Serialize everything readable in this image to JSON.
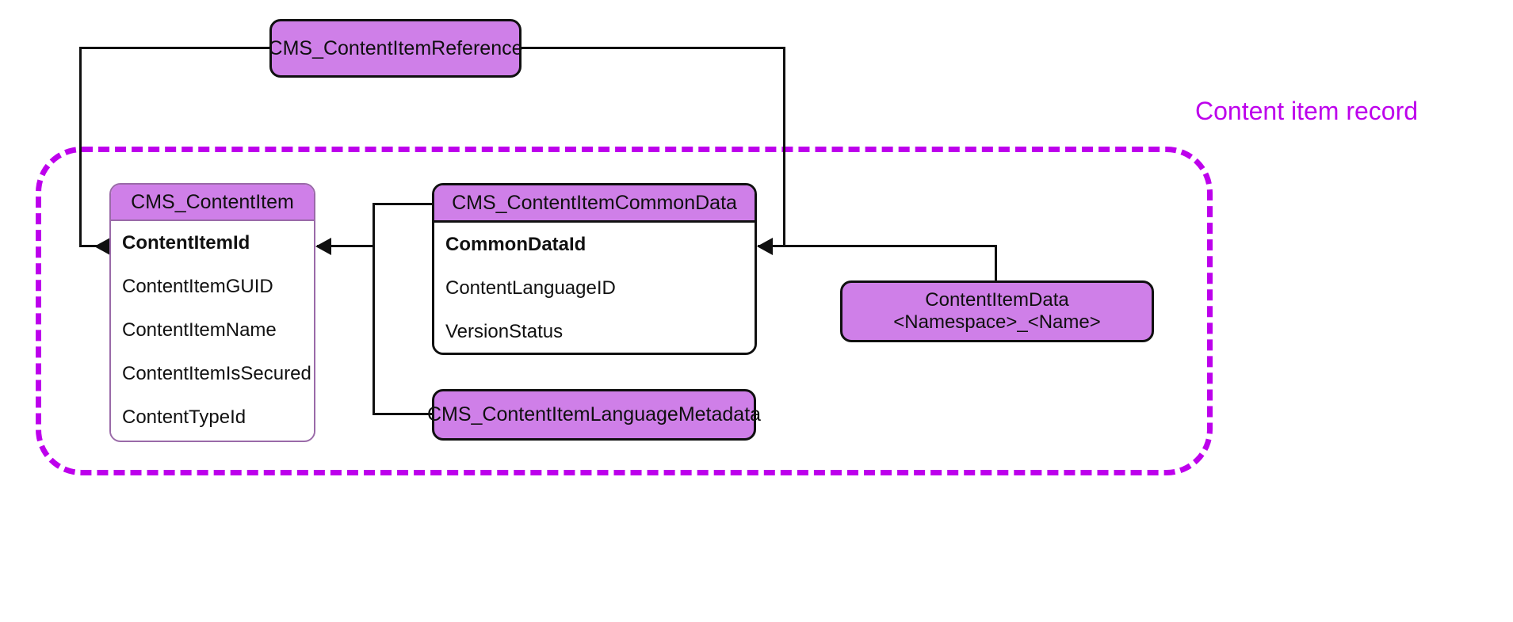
{
  "diagram": {
    "group": {
      "label": "Content item record",
      "border_color": "#bd00ec",
      "style": "dashed"
    },
    "palette": {
      "node_fill": "#cf7fe8",
      "node_border": "#101010",
      "table_border": "#9a6aa8",
      "accent": "#bd00ec",
      "wire": "#101010",
      "background": "#ffffff"
    },
    "nodes": {
      "reference": {
        "title": "CMS_ContentItemReference"
      },
      "itemdata": {
        "line1": "ContentItemData",
        "line2": "<Namespace>_<Name>"
      },
      "langmeta": {
        "title": "CMS_ContentItemLanguageMetadata"
      },
      "contentitem": {
        "title": "CMS_ContentItem",
        "fields": [
          {
            "name": "ContentItemId",
            "key": true
          },
          {
            "name": "ContentItemGUID",
            "key": false
          },
          {
            "name": "ContentItemName",
            "key": false
          },
          {
            "name": "ContentItemIsSecured",
            "key": false
          },
          {
            "name": "ContentTypeId",
            "key": false
          }
        ]
      },
      "commondata": {
        "title": "CMS_ContentItemCommonData",
        "fields": [
          {
            "name": "CommonDataId",
            "key": true
          },
          {
            "name": "ContentLanguageID",
            "key": false
          },
          {
            "name": "VersionStatus",
            "key": false
          }
        ]
      }
    },
    "relations": [
      {
        "from": "CMS_ContentItemReference",
        "to": "CMS_ContentItem.ContentItemId"
      },
      {
        "from": "CMS_ContentItemReference",
        "to": "CMS_ContentItemCommonData.CommonDataId"
      },
      {
        "from": "CMS_ContentItemCommonData",
        "to": "CMS_ContentItem.ContentItemId"
      },
      {
        "from": "CMS_ContentItemLanguageMetadata",
        "to": "CMS_ContentItem.ContentItemId"
      },
      {
        "from": "ContentItemData <Namespace>_<Name>",
        "to": "CMS_ContentItemCommonData.CommonDataId"
      }
    ]
  }
}
